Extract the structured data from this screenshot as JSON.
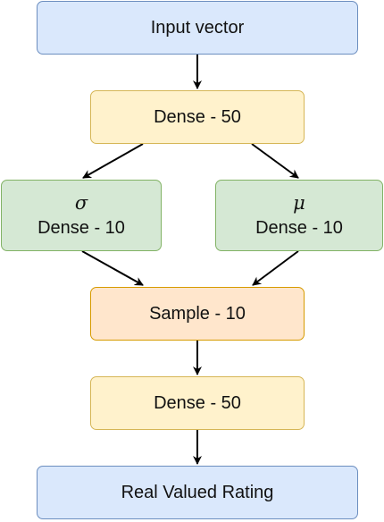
{
  "nodes": {
    "input": {
      "label": "Input vector"
    },
    "dense1": {
      "label": "Dense - 50"
    },
    "sigma": {
      "symbol": "σ",
      "label": "Dense - 10"
    },
    "mu": {
      "symbol": "μ",
      "label": "Dense - 10"
    },
    "sample": {
      "label": "Sample - 10"
    },
    "dense2": {
      "label": "Dense - 50"
    },
    "output": {
      "label": "Real Valued Rating"
    }
  },
  "edges": [
    {
      "from": "input",
      "to": "dense1"
    },
    {
      "from": "dense1",
      "to": "sigma"
    },
    {
      "from": "dense1",
      "to": "mu"
    },
    {
      "from": "sigma",
      "to": "sample"
    },
    {
      "from": "mu",
      "to": "sample"
    },
    {
      "from": "sample",
      "to": "dense2"
    },
    {
      "from": "dense2",
      "to": "output"
    }
  ],
  "colors": {
    "blue_fill": "#dae8fc",
    "blue_stroke": "#6c8ebf",
    "yellow_fill": "#fff2cc",
    "yellow_stroke": "#d6b656",
    "green_fill": "#d5e8d4",
    "green_stroke": "#82b366",
    "orange_fill": "#ffe6cc",
    "orange_stroke": "#d79b00",
    "arrow": "#000000"
  }
}
